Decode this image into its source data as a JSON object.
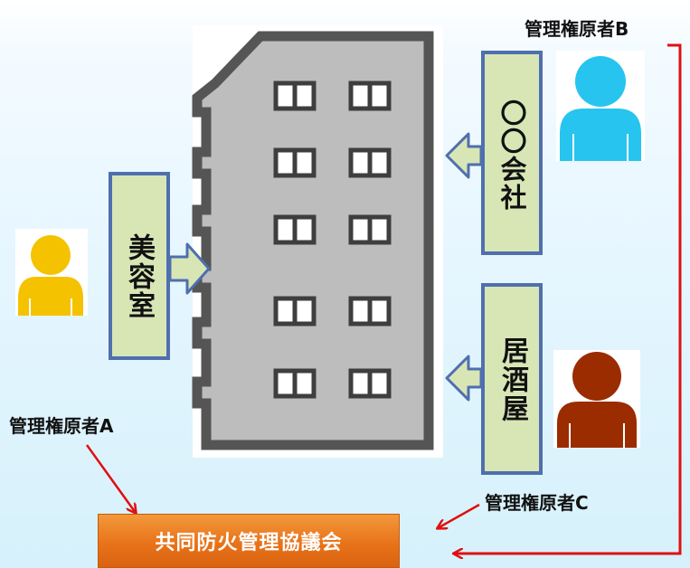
{
  "tenants": {
    "salon": "美容室",
    "company": "〇〇会社",
    "izakaya": "居酒屋"
  },
  "managers": {
    "a": "管理権原者A",
    "b": "管理権原者B",
    "c": "管理権原者C"
  },
  "council": "共同防火管理協議会",
  "colors": {
    "tenant_box_fill": "#d8e6b6",
    "tenant_box_border": "#4f6fae",
    "building_wall": "#5a5a5a",
    "building_fill": "#bdbdbd",
    "person_a": "#f5c200",
    "person_b": "#27c4f0",
    "person_c": "#9a2c00",
    "arrow_red": "#e01010",
    "council_fill": "#e8731a"
  }
}
